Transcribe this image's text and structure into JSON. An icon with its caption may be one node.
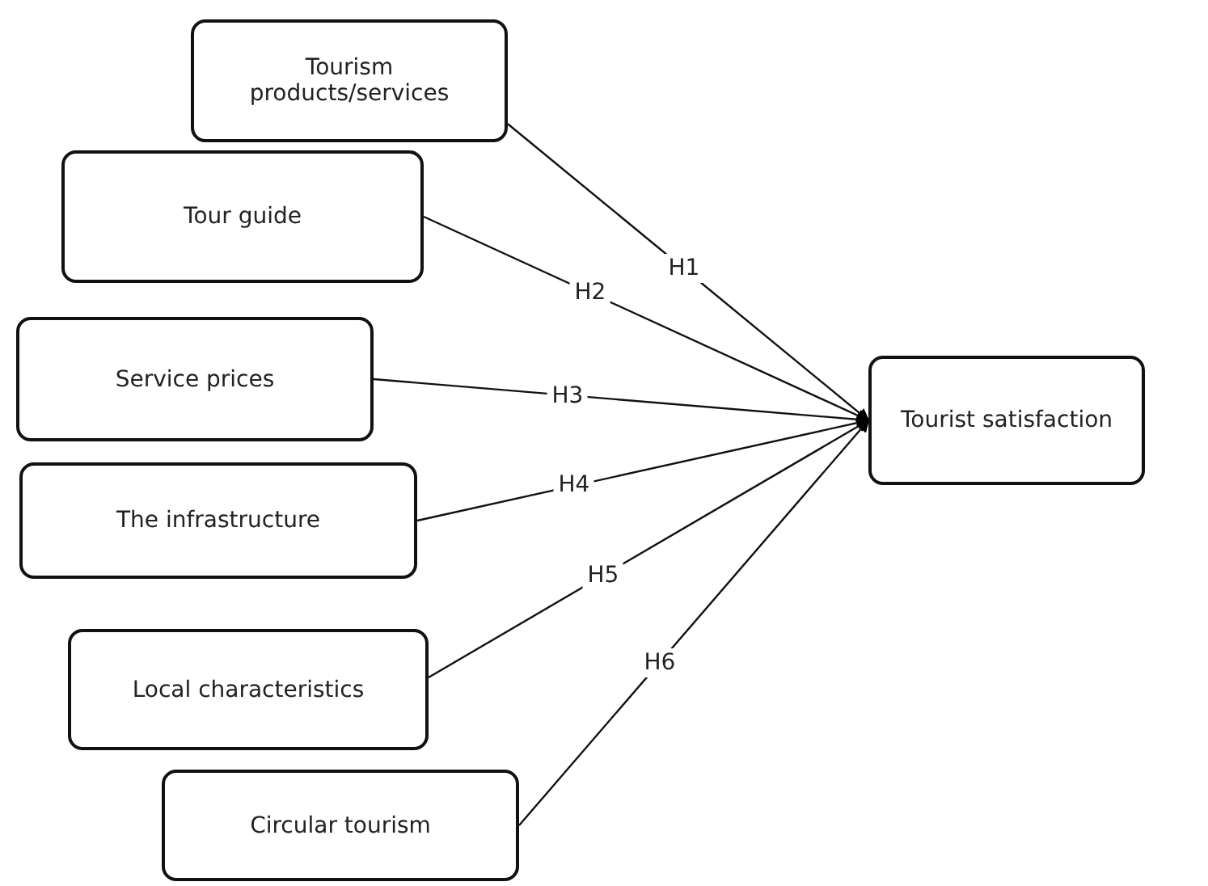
{
  "diagram": {
    "nodes": [
      {
        "text": [
          "Tourism products/services"
        ]
      },
      {
        "text": [
          "Tour guide"
        ]
      },
      {
        "text": [
          "Service prices"
        ]
      },
      {
        "text": [
          "The infrastructure"
        ]
      },
      {
        "text": [
          "Local characteristics"
        ]
      },
      {
        "text": [
          "Circular tourism"
        ]
      },
      {
        "text": [
          "Tourist satisfaction"
        ]
      }
    ],
    "edges": [
      {
        "from": 0,
        "to": 6,
        "arrow": "to",
        "label": "H1"
      },
      {
        "from": 1,
        "to": 6,
        "arrow": "to",
        "label": "H2"
      },
      {
        "from": 2,
        "to": 6,
        "arrow": "to",
        "label": "H3"
      },
      {
        "from": 3,
        "to": 6,
        "arrow": "to",
        "label": "H4"
      },
      {
        "from": 4,
        "to": 6,
        "arrow": "to",
        "label": "H5"
      },
      {
        "from": 5,
        "to": 6,
        "arrow": "to",
        "label": "H6"
      }
    ]
  }
}
